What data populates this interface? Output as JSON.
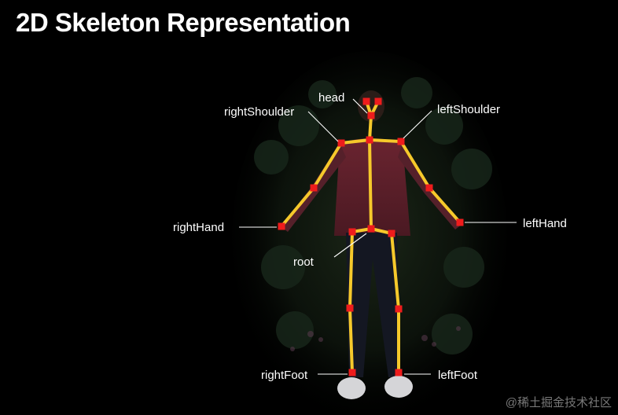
{
  "title": "2D Skeleton Representation",
  "colors": {
    "bone": "#f6c92b",
    "joint": "#ee1c1c",
    "label": "#ffffff",
    "background": "#000000"
  },
  "labels": {
    "head": "head",
    "rightShoulder": "rightShoulder",
    "leftShoulder": "leftShoulder",
    "rightHand": "rightHand",
    "leftHand": "leftHand",
    "root": "root",
    "rightFoot": "rightFoot",
    "leftFoot": "leftFoot"
  },
  "watermark": "@稀土掘金技术社区"
}
